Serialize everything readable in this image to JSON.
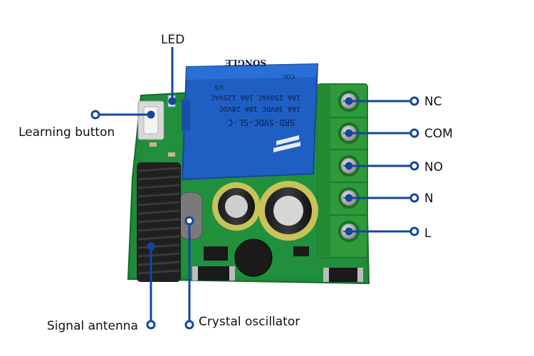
{
  "labels": {
    "led": "LED",
    "learning_button": "Learning button",
    "nc": "NC",
    "com": "COM",
    "no": "NO",
    "n": "N",
    "l": "L",
    "signal_antenna": "Signal antenna",
    "crystal_oscillator": "Crystal oscillator"
  },
  "relay": {
    "line1": "SRD-5VDC-SL-C",
    "line2": "10A 30VDC 10A 28VDC",
    "line3": "10A 250VAC 10A 125VAC",
    "brand": "SONGLE",
    "ul_mark": "US",
    "cqc": "CQC"
  },
  "colors": {
    "pcb": "#1e8a3a",
    "relay": "#1f5fc4",
    "terminal": "#2e9a3a",
    "callout": "#1446a0"
  }
}
